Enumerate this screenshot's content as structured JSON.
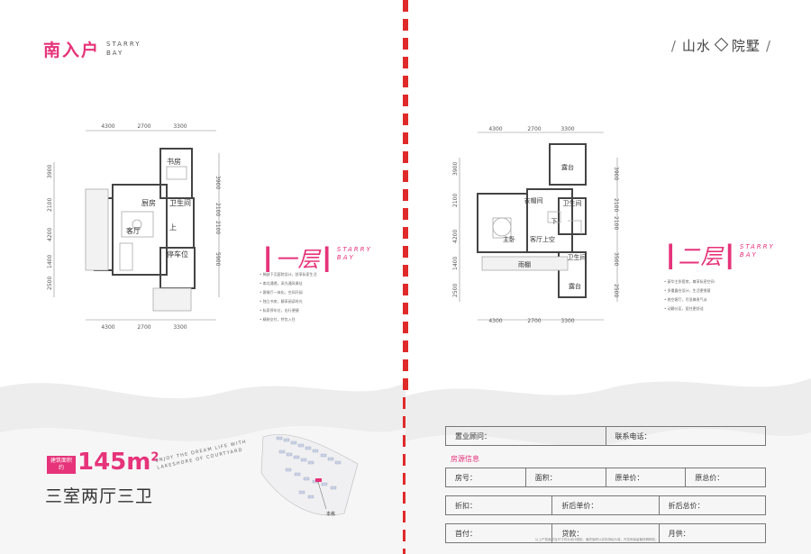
{
  "header": {
    "left_title": "南入户",
    "left_title_en": [
      "STARRY",
      "BAY"
    ],
    "brand_left": "山水",
    "brand_right": "院墅"
  },
  "floor1": {
    "label": "一层",
    "label_en": [
      "STARRY",
      "BAY"
    ],
    "dims_top": [
      "4300",
      "2700",
      "3300"
    ],
    "dims_bottom": [
      "4300",
      "2700",
      "3300"
    ],
    "dims_left": [
      "3900",
      "2100",
      "4200",
      "1400",
      "2500"
    ],
    "dims_right": [
      "3900",
      "2100",
      "2100",
      "5900"
    ],
    "rooms": [
      "书房",
      "厨房",
      "卫生间",
      "客厅",
      "停车位",
      "上"
    ],
    "notes": [
      "稀缺下沉庭院设计，舒享私家生活",
      "南北通透，采光通风俱佳",
      "客餐厅一体化，空间开阔",
      "独立书房，静享阅读时光",
      "私家停车位，出行便捷",
      "精装交付，拎包入住"
    ]
  },
  "floor2": {
    "label": "二层",
    "label_en": [
      "STARRY",
      "BAY"
    ],
    "dims_top": [
      "4300",
      "2700",
      "3300"
    ],
    "dims_bottom": [
      "4300",
      "2700",
      "3300"
    ],
    "dims_left": [
      "3900",
      "2100",
      "4200",
      "1400",
      "2500"
    ],
    "dims_right": [
      "3900",
      "2100",
      "2100",
      "3500",
      "2500"
    ],
    "rooms": [
      "露台",
      "衣帽间",
      "卫生间",
      "主卧",
      "客厅上空",
      "下",
      "雨棚",
      "卫生间",
      "露台"
    ],
    "notes": [
      "豪华主卧套房，尊享私密空间",
      "多重露台设计，生活更惬意",
      "挑空客厅，尽显尊贵气派",
      "动静分区，居住更舒适"
    ]
  },
  "bottom_left": {
    "area_badge": "建筑面积约",
    "area_value": "145m",
    "area_unit_sup": "2",
    "layout": "三室两厅三卫",
    "enjoy_text": [
      "ENJOY THE DREAM LIFE WITH",
      "LAKESHORE OF COURTYARD"
    ],
    "site_label": "本栋"
  },
  "form": {
    "consultant": "置业顾问：",
    "phone": "联系电话：",
    "section": "房源信息",
    "room_no": "房号：",
    "area": "面积：",
    "orig_unit": "原单价：",
    "orig_total": "原总价：",
    "discount": "折扣：",
    "disc_unit": "折后单价：",
    "disc_total": "折后总价：",
    "down_payment": "首付：",
    "loan": "贷款：",
    "monthly": "月供："
  },
  "disclaimer": "以上户型面积及尺寸均为设计图纸，最终面积以实际测绘为准，开发商保留最终解释权。",
  "colors": {
    "accent": "#e6337a",
    "divider": "#e02a2a"
  }
}
